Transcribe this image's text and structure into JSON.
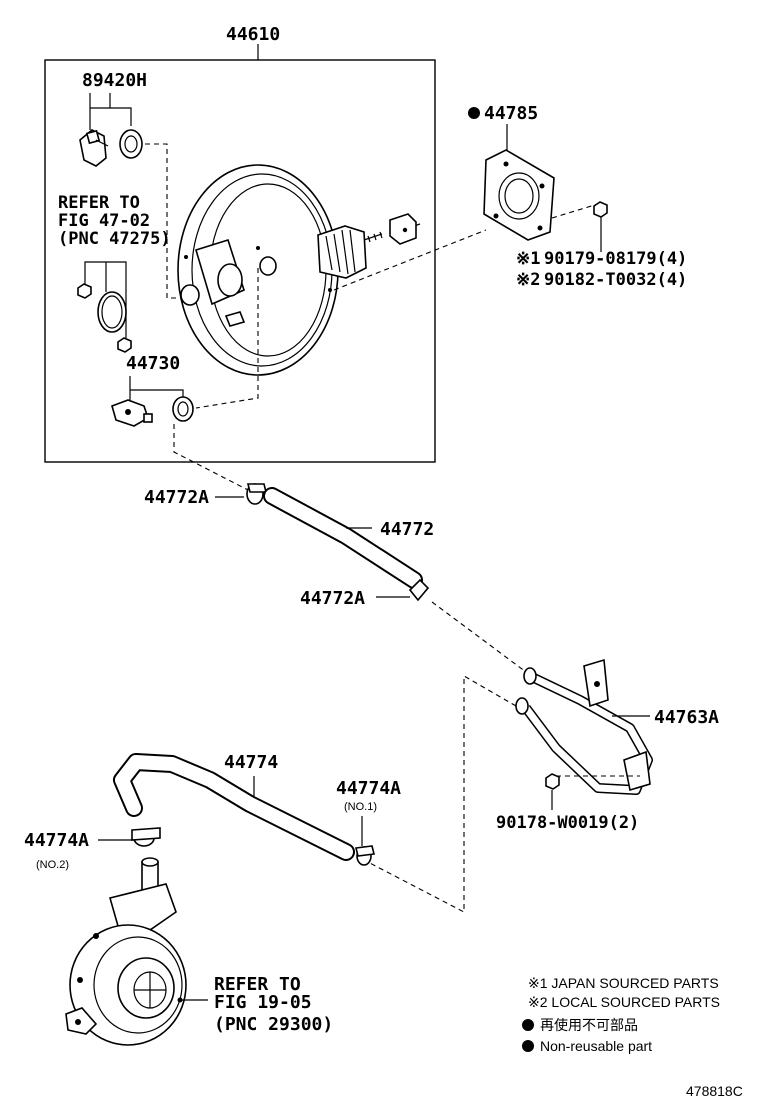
{
  "labels": {
    "booster_assy": "44610",
    "sensor": "89420H",
    "refer_1_line1": "REFER TO",
    "refer_1_line2": "FIG 47-02",
    "refer_1_line3": "(PNC 47275)",
    "check_valve": "44730",
    "gasket": "44785",
    "nut_1": "90179-08179(4)",
    "nut_2": "90182-T0032(4)",
    "clip_a": "44772A",
    "hose": "44772",
    "clip_b": "44772A",
    "pipe": "44763A",
    "bolt": "90178-W0019(2)",
    "hose_2": "44774",
    "clip_no1": "44774A",
    "clip_no1_sub": "(NO.1)",
    "clip_no2": "44774A",
    "clip_no2_sub": "(NO.2)",
    "refer_2_line1": "REFER TO",
    "refer_2_line2": "FIG 19-05",
    "refer_2_line3": "(PNC 29300)"
  },
  "markers": {
    "ref1": "※1",
    "ref2": "※2"
  },
  "legend": {
    "note_1": "※1 JAPAN SOURCED PARTS",
    "note_2": "※2 LOCAL SOURCED PARTS",
    "note_3": "再使用不可部品",
    "note_4": "Non-reusable part"
  },
  "figure_id": "478818C"
}
